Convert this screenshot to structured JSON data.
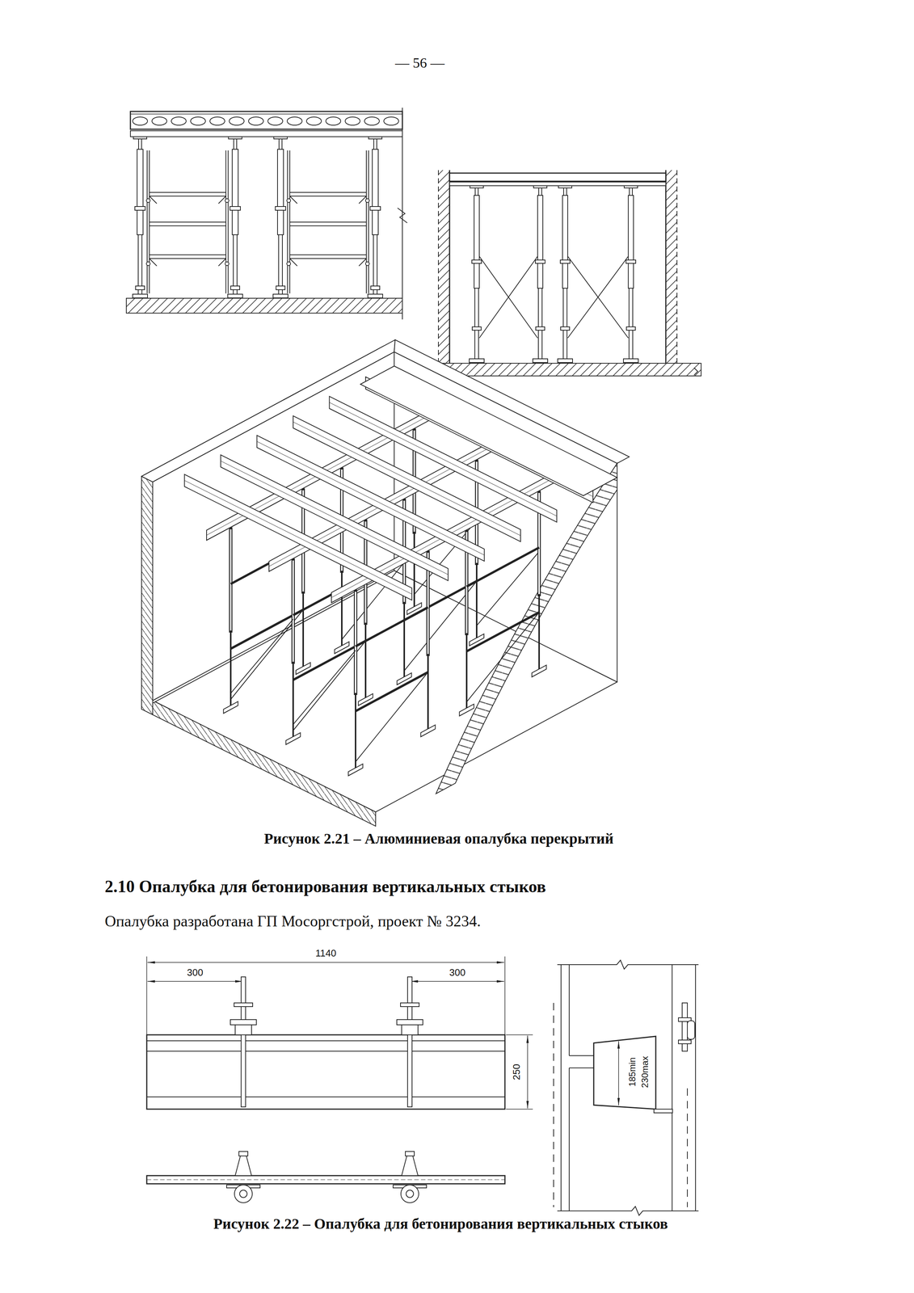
{
  "diagram": {
    "labels": [
      "— 56 —",
      "Рисунок 2.21 – Алюминиевая опалубка перекрытий",
      "2.10 Опалубка для бетонирования вертикальных стыков",
      "Опалубка разработана ГП Мосоргстрой, проект № 3234.",
      "1140",
      "300",
      "300",
      "250",
      "185min",
      "230max",
      "Рисунок 2.22 – Опалубка для бетонирования вертикальных стыков"
    ]
  }
}
